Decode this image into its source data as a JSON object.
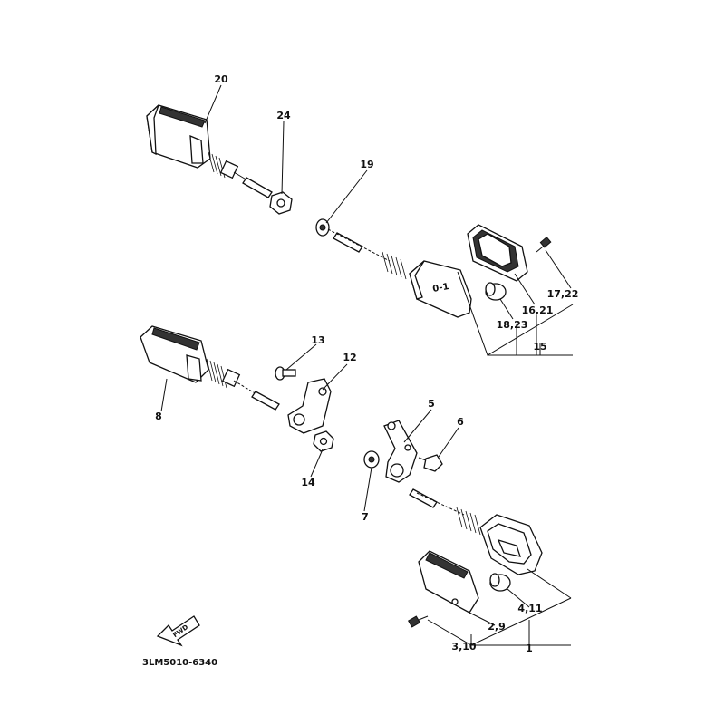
{
  "labels": {
    "p20": "20",
    "p24": "24",
    "p19": "19",
    "p17_22": "17,22",
    "p16_21": "16,21",
    "p18_23": "18,23",
    "p15": "15",
    "p13": "13",
    "p12": "12",
    "p8": "8",
    "p14": "14",
    "p5": "5",
    "p6": "6",
    "p7": "7",
    "p4_11": "4,11",
    "p2_9": "2,9",
    "p3_10": "3,10",
    "p1": "1"
  },
  "fwd_label": "FWD",
  "diagram_code": "3LM5010-6340"
}
